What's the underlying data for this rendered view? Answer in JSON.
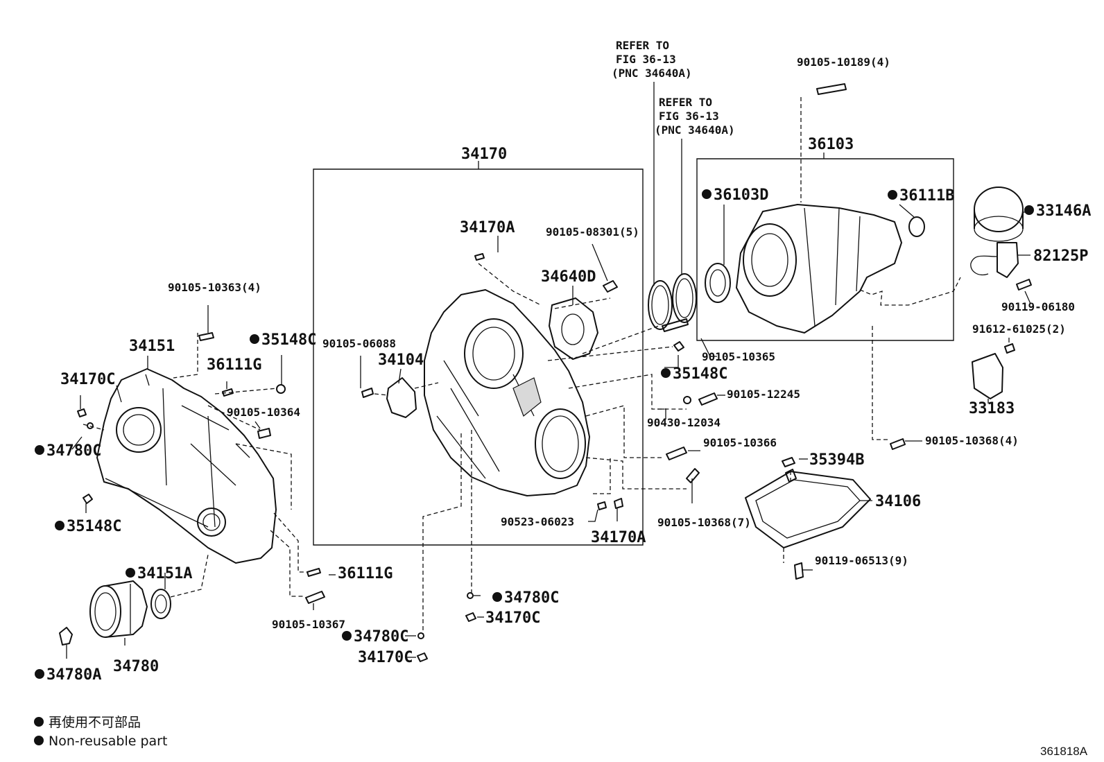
{
  "labels": {
    "refer_a_1": "REFER TO",
    "refer_a_2": "FIG 36-13",
    "refer_a_3": "(PNC 34640A)",
    "refer_b_1": "REFER TO",
    "refer_b_2": "FIG 36-13",
    "refer_b_3": "(PNC 34640A)",
    "p_90105_10189": "90105-10189(4)",
    "p_36103": "36103",
    "p_36103D": "36103D",
    "p_36111B": "36111B",
    "p_33146A": "33146A",
    "p_82125P": "82125P",
    "p_90119_06180": "90119-06180",
    "p_91612_61025": "91612-61025(2)",
    "p_33183": "33183",
    "p_90105_10368_4": "90105-10368(4)",
    "p_34170": "34170",
    "p_34170A_top": "34170A",
    "p_90105_08301": "90105-08301(5)",
    "p_34640D": "34640D",
    "p_90105_06088": "90105-06088",
    "p_34104": "34104",
    "p_90105_10365": "90105-10365",
    "p_35148C_mid": "35148C",
    "p_90105_12245": "90105-12245",
    "p_90430_12034": "90430-12034",
    "p_90105_10366": "90105-10366",
    "p_35394B": "35394B",
    "p_34106": "34106",
    "p_90105_10368_7": "90105-10368(7)",
    "p_90523_06023": "90523-06023",
    "p_34170A_bot": "34170A",
    "p_90119_06513": "90119-06513(9)",
    "p_34780C_mid": "34780C",
    "p_34170C_mid": "34170C",
    "p_34780C_low": "34780C",
    "p_34170C_low": "34170C",
    "p_90105_10363": "90105-10363(4)",
    "p_34151": "34151",
    "p_35148C_left": "35148C",
    "p_36111G_top": "36111G",
    "p_34170C_left": "34170C",
    "p_90105_10364": "90105-10364",
    "p_34780C_left": "34780C",
    "p_35148C_low": "35148C",
    "p_36111G_bot": "36111G",
    "p_34151A": "34151A",
    "p_90105_10367": "90105-10367",
    "p_34780A": "34780A",
    "p_34780": "34780"
  },
  "legend": {
    "jp": "再使用不可部品",
    "en": "Non-reusable part"
  },
  "figure_id": "361818A"
}
